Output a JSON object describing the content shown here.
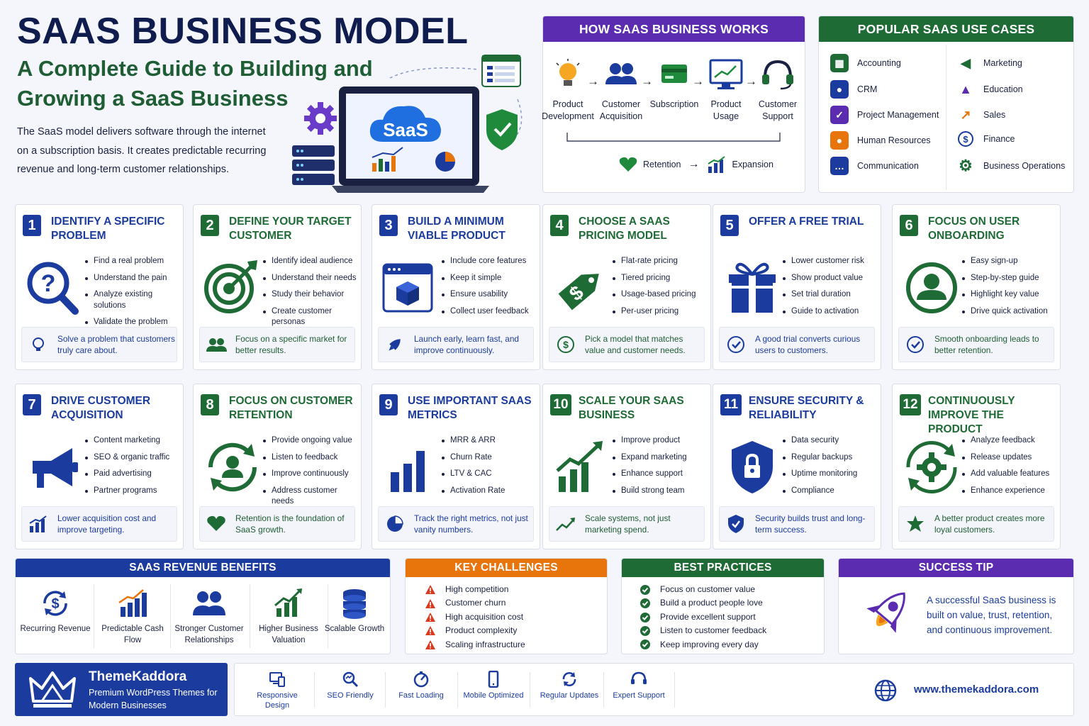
{
  "hero": {
    "title": "SAAS BUSINESS MODEL",
    "subtitle": "A Complete Guide to Building and Growing a SaaS Business",
    "description": "The SaaS model delivers software through the internet on a subscription basis. It creates predictable recurring revenue and long-term customer relationships.",
    "screen_label": "SaaS"
  },
  "how_it_works": {
    "title": "HOW SAAS BUSINESS WORKS",
    "steps": [
      "Product Development",
      "Customer Acquisition",
      "Subscription",
      "Product Usage",
      "Customer Support"
    ],
    "loop": [
      "Retention",
      "Expansion"
    ]
  },
  "use_cases": {
    "title": "POPULAR SAAS USE CASES",
    "left": [
      "Accounting",
      "CRM",
      "Project Management",
      "Human Resources",
      "Communication"
    ],
    "right": [
      "Marketing",
      "Education",
      "Sales",
      "Finance",
      "Business Operations"
    ]
  },
  "steps": [
    {
      "num": "1",
      "title": "IDENTIFY A SPECIFIC PROBLEM",
      "items": [
        "Find a real problem",
        "Understand the pain",
        "Analyze existing solutions",
        "Validate the problem"
      ],
      "tip": "Solve a problem that customers truly care about.",
      "icon": "magnifier-question-icon",
      "tip_icon": "lightbulb-icon"
    },
    {
      "num": "2",
      "title": "DEFINE YOUR TARGET CUSTOMER",
      "items": [
        "Identify ideal audience",
        "Understand their needs",
        "Study their behavior",
        "Create customer personas"
      ],
      "tip": "Focus on a specific market for better results.",
      "icon": "target-icon",
      "tip_icon": "users-icon"
    },
    {
      "num": "3",
      "title": "BUILD A MINIMUM VIABLE PRODUCT",
      "items": [
        "Include core features",
        "Keep it simple",
        "Ensure usability",
        "Collect user feedback"
      ],
      "tip": "Launch early, learn fast, and improve continuously.",
      "icon": "browser-cube-icon",
      "tip_icon": "rocket-icon"
    },
    {
      "num": "4",
      "title": "CHOOSE A SAAS PRICING MODEL",
      "items": [
        "Flat-rate pricing",
        "Tiered pricing",
        "Usage-based pricing",
        "Per-user pricing"
      ],
      "tip": "Pick a model that matches value and customer needs.",
      "icon": "price-tag-icon",
      "tip_icon": "dollar-circle-icon"
    },
    {
      "num": "5",
      "title": "OFFER A FREE TRIAL",
      "items": [
        "Lower customer risk",
        "Show product value",
        "Set trial duration",
        "Guide to activation"
      ],
      "tip": "A good trial converts curious users to customers.",
      "icon": "gift-icon",
      "tip_icon": "check-circle-icon"
    },
    {
      "num": "6",
      "title": "FOCUS ON USER ONBOARDING",
      "items": [
        "Easy sign-up",
        "Step-by-step guide",
        "Highlight key value",
        "Drive quick activation"
      ],
      "tip": "Smooth onboarding leads to better retention.",
      "icon": "user-circle-icon",
      "tip_icon": "check-circle-icon"
    },
    {
      "num": "7",
      "title": "DRIVE CUSTOMER ACQUISITION",
      "items": [
        "Content marketing",
        "SEO & organic traffic",
        "Paid advertising",
        "Partner programs"
      ],
      "tip": "Lower acquisition cost and improve targeting.",
      "icon": "megaphone-icon",
      "tip_icon": "bar-growth-icon"
    },
    {
      "num": "8",
      "title": "FOCUS ON CUSTOMER RETENTION",
      "items": [
        "Provide ongoing value",
        "Listen to feedback",
        "Improve continuously",
        "Address customer needs"
      ],
      "tip": "Retention is the foundation of SaaS growth.",
      "icon": "user-cycle-icon",
      "tip_icon": "heart-icon"
    },
    {
      "num": "9",
      "title": "USE IMPORTANT SAAS METRICS",
      "items": [
        "MRR & ARR",
        "Churn Rate",
        "LTV & CAC",
        "Activation Rate"
      ],
      "tip": "Track the right metrics, not just vanity numbers.",
      "icon": "bar-chart-icon",
      "tip_icon": "pie-icon"
    },
    {
      "num": "10",
      "title": "SCALE YOUR SAAS BUSINESS",
      "items": [
        "Improve product",
        "Expand marketing",
        "Enhance support",
        "Build strong team"
      ],
      "tip": "Scale systems, not just marketing spend.",
      "icon": "growth-chart-icon",
      "tip_icon": "trend-up-icon"
    },
    {
      "num": "11",
      "title": "ENSURE SECURITY & RELIABILITY",
      "items": [
        "Data security",
        "Regular backups",
        "Uptime monitoring",
        "Compliance"
      ],
      "tip": "Security builds trust and long-term success.",
      "icon": "shield-lock-icon",
      "tip_icon": "shield-check-icon"
    },
    {
      "num": "12",
      "title": "CONTINUOUSLY IMPROVE THE PRODUCT",
      "items": [
        "Analyze feedback",
        "Release updates",
        "Add valuable features",
        "Enhance experience"
      ],
      "tip": "A better product creates more loyal customers.",
      "icon": "gear-cycle-icon",
      "tip_icon": "star-icon"
    }
  ],
  "revenue_benefits": {
    "title": "SAAS REVENUE BENEFITS",
    "items": [
      "Recurring Revenue",
      "Predictable Cash Flow",
      "Stronger Customer Relationships",
      "Higher Business Valuation",
      "Scalable Growth"
    ]
  },
  "key_challenges": {
    "title": "KEY CHALLENGES",
    "items": [
      "High competition",
      "Customer churn",
      "High acquisition cost",
      "Product complexity",
      "Scaling infrastructure"
    ]
  },
  "best_practices": {
    "title": "BEST PRACTICES",
    "items": [
      "Focus on customer value",
      "Build a product people love",
      "Provide excellent support",
      "Listen to customer feedback",
      "Keep improving every day"
    ]
  },
  "success_tip": {
    "title": "SUCCESS TIP",
    "text": "A successful SaaS business is built on value, trust, retention, and continuous improvement."
  },
  "footer": {
    "brand_name": "ThemeKaddora",
    "brand_tagline": "Premium WordPress Themes for Modern Businesses",
    "features": [
      "Responsive Design",
      "SEO Friendly",
      "Fast Loading",
      "Mobile Optimized",
      "Regular Updates",
      "Expert Support"
    ],
    "website": "www.themekaddora.com"
  },
  "colors": {
    "navy": "#0f1c4d",
    "blue": "#1b3c9e",
    "green": "#1f6b36",
    "purple": "#5b2bb0",
    "orange": "#e8740c",
    "red": "#d93a1f"
  }
}
